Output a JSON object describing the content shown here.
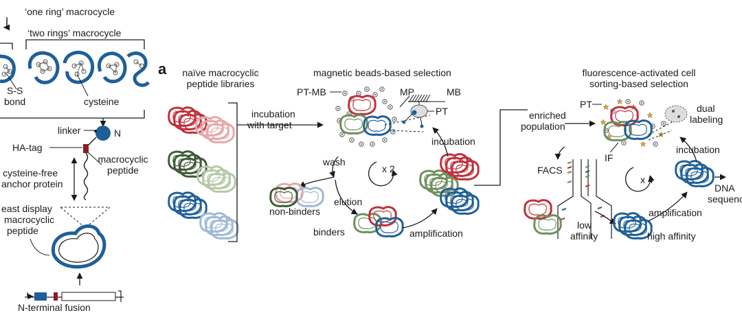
{
  "panel_letter": "a",
  "left": {
    "one_ring": "‘one ring’ macrocycle",
    "two_rings": "‘two rings’ macrocycle",
    "ss_bond_1": "S-S",
    "ss_bond_2": "bond",
    "cysteine": "cysteine",
    "linker": "linker",
    "n_term": "N",
    "ha_tag": "HA-tag",
    "macro_peptide_1": "macrocyclic",
    "macro_peptide_2": "peptide",
    "anchor_1": "cysteine-free",
    "anchor_2": "anchor protein",
    "display_1": "east display",
    "display_2": "macrocyclic",
    "display_3": "peptide",
    "fusion": "N-terminal fusion"
  },
  "libraries": {
    "title_1": "naïve macrocyclic",
    "title_2": "peptide libraries",
    "incubation_1": "incubation",
    "incubation_2": "with target"
  },
  "magnetic": {
    "title": "magnetic beads-based selection",
    "pt_mb": "PT-MB",
    "mp": "MP",
    "mb": "MB",
    "pt": "PT",
    "wash": "wash",
    "incubation": "incubation",
    "cycles": "x 2",
    "non_binders": "non-binders",
    "elution": "elution",
    "binders": "binders",
    "amplification": "amplification"
  },
  "facs": {
    "title_1": "fluorescence-activated cell",
    "title_2": "sorting-based selection",
    "enriched_1": "enriched",
    "enriched_2": "population",
    "pt": "PT",
    "dual_1": "dual",
    "dual_2": "labeling",
    "if": "IF",
    "incubation": "incubation",
    "facs": "FACS",
    "cycles": "x 4",
    "dna_1": "DNA",
    "dna_2": "sequencing",
    "amplification": "amplification",
    "low_1": "low",
    "low_2": "affinity",
    "high": "high affinity"
  },
  "colors": {
    "blue": "#1f5f99",
    "red": "#c0303a",
    "green": "#6e8f5e",
    "dark_green": "#3f5a3a",
    "pink": "#e6a8a8",
    "light_green": "#b5c9a5",
    "light_blue": "#9db9d6",
    "maroon": "#8c1d26",
    "star": "#d9a441"
  }
}
